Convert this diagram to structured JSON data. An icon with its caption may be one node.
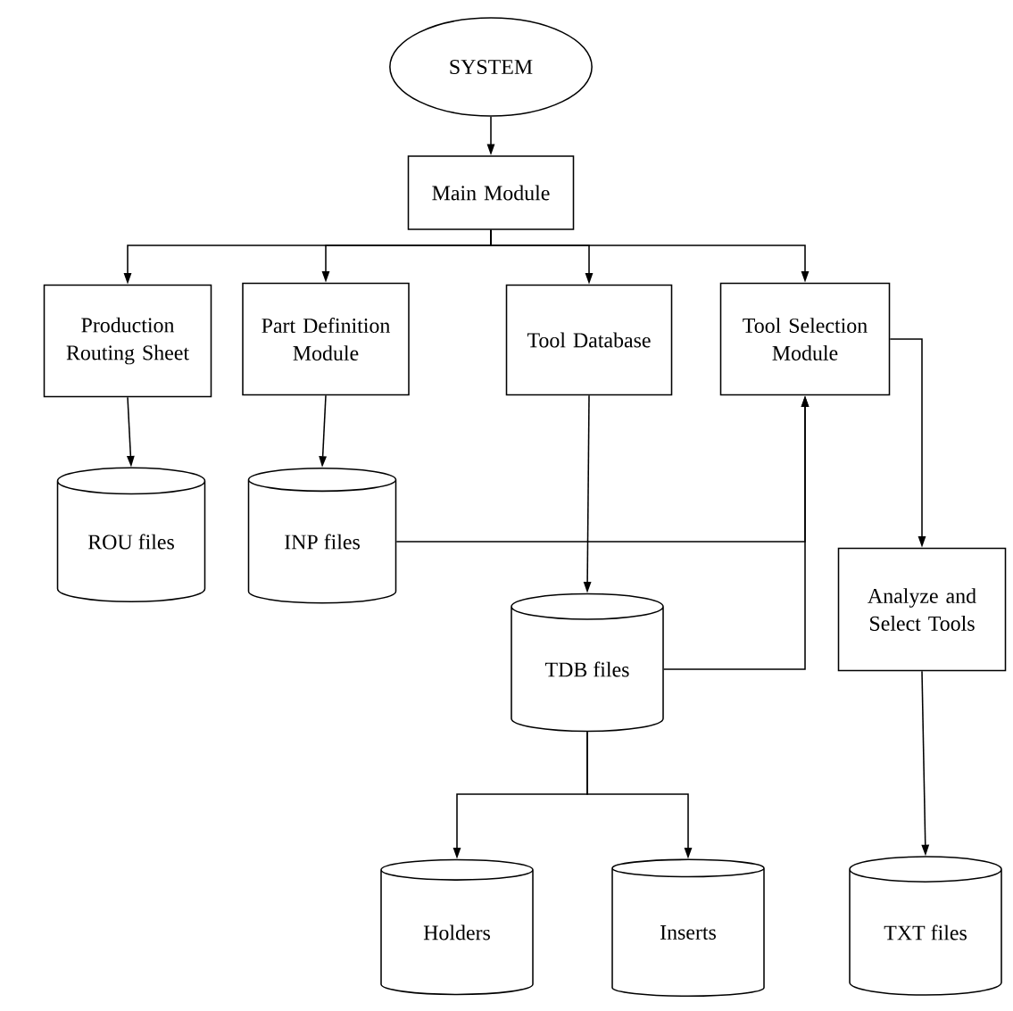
{
  "diagram": {
    "nodes": [
      {
        "text": [
          "SYSTEM"
        ]
      },
      {
        "text": [
          "Main Module"
        ]
      },
      {
        "text": [
          "Production Routing Sheet"
        ]
      },
      {
        "text": [
          "Part Definition Module"
        ]
      },
      {
        "text": [
          "Tool Database"
        ]
      },
      {
        "text": [
          "Tool Selection Module"
        ]
      },
      {
        "text": [
          "ROU files"
        ]
      },
      {
        "text": [
          "INP files"
        ]
      },
      {
        "text": [
          "TDB files"
        ]
      },
      {
        "text": [
          "Analyze and Select Tools"
        ]
      },
      {
        "text": [
          "Holders"
        ]
      },
      {
        "text": [
          "Inserts"
        ]
      },
      {
        "text": [
          "TXT files"
        ]
      }
    ],
    "edges": [
      {
        "from": 0,
        "to": 1,
        "arrow": "to"
      },
      {
        "from": 1,
        "to": 2,
        "arrow": "to"
      },
      {
        "from": 1,
        "to": 3,
        "arrow": "to"
      },
      {
        "from": 1,
        "to": 4,
        "arrow": "to"
      },
      {
        "from": 1,
        "to": 5,
        "arrow": "to"
      },
      {
        "from": 2,
        "to": 6,
        "arrow": "to"
      },
      {
        "from": 3,
        "to": 7,
        "arrow": "to"
      },
      {
        "from": 4,
        "to": 8,
        "arrow": "to"
      },
      {
        "from": 7,
        "to": 5,
        "arrow": "to"
      },
      {
        "from": 8,
        "to": 5,
        "arrow": "to"
      },
      {
        "from": 5,
        "to": 9,
        "arrow": "to"
      },
      {
        "from": 8,
        "to": 10,
        "arrow": "to"
      },
      {
        "from": 8,
        "to": 11,
        "arrow": "to"
      },
      {
        "from": 9,
        "to": 12,
        "arrow": "to"
      }
    ]
  }
}
